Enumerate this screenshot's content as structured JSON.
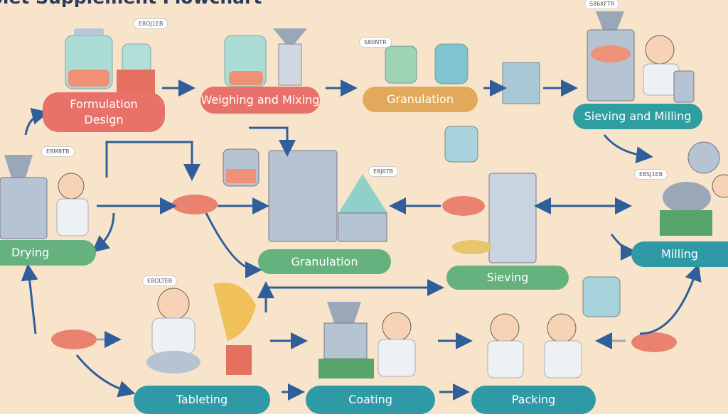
{
  "title": "blet Supplement Flowchart",
  "steps": {
    "formulation": "Formulation Design",
    "weighing": "Weighing and Mixing",
    "granulation_top": "Granulation",
    "sieving_milling": "Sieving and Milling",
    "drying": "Drying",
    "granulation_mid": "Granulation",
    "sieving": "Sieving",
    "milling": "Milling",
    "tableting": "Tableting",
    "coating": "Coating",
    "packing": "Packing"
  },
  "bubbles": [
    "E8OJ1EB",
    "S80NTR",
    "S86KFTR",
    "E8M8TB",
    "E8J6TB",
    "E8SJ1EB",
    "E8OLTEB"
  ],
  "colors": {
    "background": "#f8e4cb",
    "coral": "#e8726a",
    "gold": "#e2a95a",
    "teal": "#2e9ea0",
    "green": "#66b27f",
    "arrow": "#2f5f9a"
  }
}
